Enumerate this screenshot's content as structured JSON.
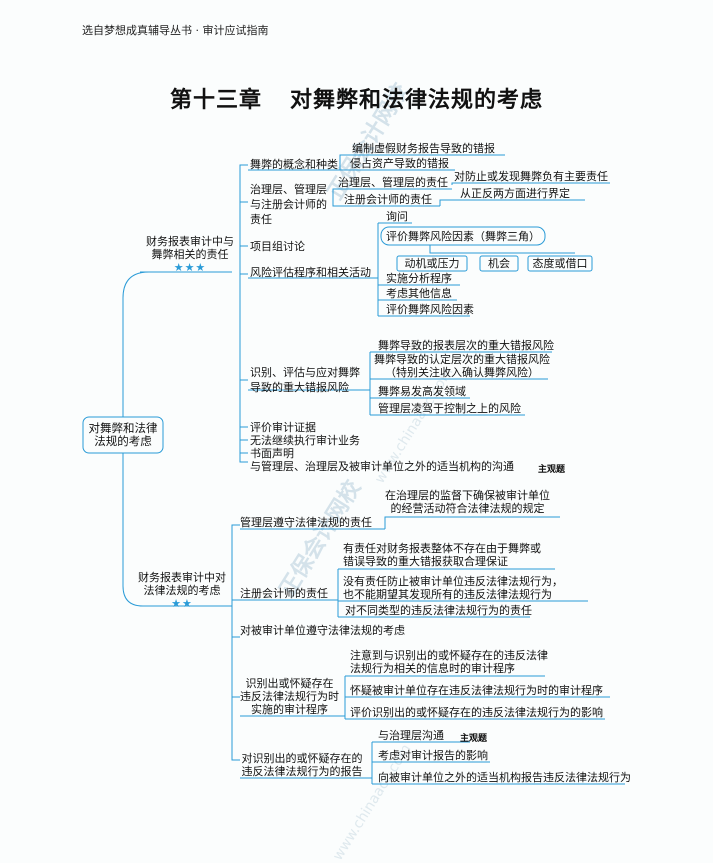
{
  "header": {
    "series": "选自梦想成真辅导丛书 · 审计应试指南",
    "chapter": "第十三章",
    "title": "对舞弊和法律法规的考虑"
  },
  "watermark": {
    "main": "正保会计网校",
    "url": "www.chinaacc.com"
  },
  "root": "对舞弊和法律\n法规的考虑",
  "b1": {
    "label": "财务报表审计中与\n舞弊相关的责任",
    "stars": "★★★",
    "n1": {
      "label": "舞弊的概念和种类",
      "c1": "编制虚假财务报告导致的错报",
      "c2": "侵占资产导致的错报"
    },
    "n2": {
      "label": "治理层、管理层\n与注册会计师的\n责任",
      "c1": "治理层、管理层的责任",
      "c1a": "对防止或发现舞弊负有主要责任",
      "c2": "注册会计师的责任",
      "c2a": "从正反两方面进行界定"
    },
    "n3": {
      "label": "项目组讨论"
    },
    "n4": {
      "label": "风险评估程序和相关活动",
      "c1": "询问",
      "c2": "评价舞弊风险因素（舞弊三角）",
      "c2a": "动机或压力",
      "c2b": "机会",
      "c2c": "态度或借口",
      "c3": "实施分析程序",
      "c4": "考虑其他信息",
      "c5": "评价舞弊风险因素"
    },
    "n5": {
      "label": "识别、评估与应对舞弊\n导致的重大错报风险",
      "c1": "舞弊导致的报表层次的重大错报风险",
      "c2": "舞弊导致的认定层次的重大错报风险\n（特别关注收入确认舞弊风险）",
      "c3": "舞弊易发高发领域",
      "c4": "管理层凌驾于控制之上的风险"
    },
    "n6": "评价审计证据",
    "n7": "无法继续执行审计业务",
    "n8": "书面声明",
    "n9": "与管理层、治理层及被审计单位之外的适当机构的沟通",
    "n9tag": "主观题"
  },
  "b2": {
    "label": "财务报表审计中对\n法律法规的考虑",
    "stars": "★★",
    "n1": {
      "label": "管理层遵守法律法规的责任",
      "c1": "在治理层的监督下确保被审计单位\n的经营活动符合法律法规的规定"
    },
    "n2": {
      "label": "注册会计师的责任",
      "c1": "有责任对财务报表整体不存在由于舞弊或\n错误导致的重大错报获取合理保证",
      "c2": "没有责任防止被审计单位违反法律法规行为，\n也不能期望其发现所有的违反法律法规行为",
      "c3": "对不同类型的违反法律法规行为的责任"
    },
    "n3": {
      "label": "对被审计单位遵守法律法规的考虑"
    },
    "n4": {
      "label": "识别出或怀疑存在\n违反法律法规行为时\n实施的审计程序",
      "c1": "注意到与识别出的或怀疑存在的违反法律\n法规行为相关的信息时的审计程序",
      "c2": "怀疑被审计单位存在违反法律法规行为时的审计程序",
      "c3": "评价识别出的或怀疑存在的违反法律法规行为的影响"
    },
    "n5": {
      "label": "对识别出的或怀疑存在的\n违反法律法规行为的报告",
      "c1": "与治理层沟通",
      "c1tag": "主观题",
      "c2": "考虑对审计报告的影响",
      "c3": "向被审计单位之外的适当机构报告违反法律法规行为"
    }
  }
}
